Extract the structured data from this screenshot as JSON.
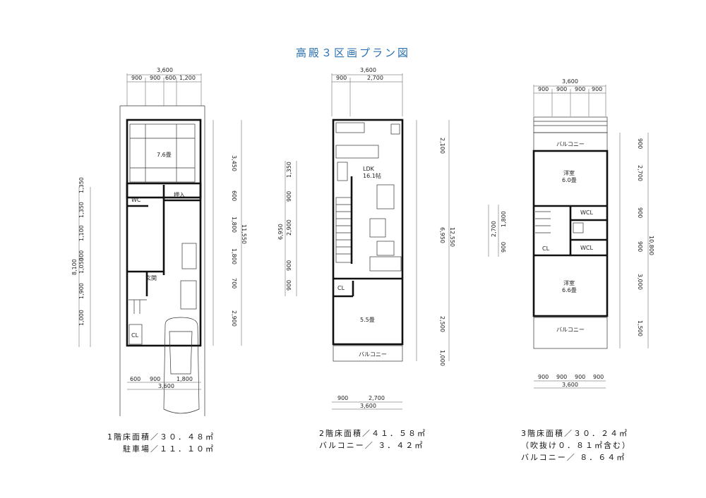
{
  "title": "高殿３区画プラン図",
  "floor1": {
    "top_dims": [
      "3,600",
      "900",
      "900",
      "600",
      "1,200"
    ],
    "right_dims": [
      "3,450",
      "600",
      "1,800",
      "1,800",
      "700",
      "2,900",
      "11,550"
    ],
    "left_dims": [
      "1,350",
      "1,350",
      "1,100",
      "300",
      "1,050",
      "1,900",
      "1,000",
      "8,100"
    ],
    "bottom_dims": [
      "600",
      "900",
      "1,800",
      "3,600"
    ],
    "rooms": {
      "tatami": "7.6畳",
      "closet": "押入",
      "wc": "WC",
      "cl": "CL",
      "entrance": "玄関"
    },
    "caption": [
      "1階床面積／３０．４８㎡",
      "駐車場／１１．１０㎡"
    ]
  },
  "floor2": {
    "top_dims": [
      "3,600",
      "900",
      "2,700"
    ],
    "right_dims": [
      "2,100",
      "6,950",
      "2,500",
      "1,000",
      "12,550"
    ],
    "left_dims": [
      "1,350",
      "900",
      "2,900",
      "900",
      "900",
      "6,950"
    ],
    "bottom_dims": [
      "900",
      "2,700",
      "3,600"
    ],
    "rooms": {
      "ldk": "LDK",
      "ldk_size": "16.1帖",
      "cl": "CL",
      "room": "5.5畳",
      "balcony": "バルコニー"
    },
    "caption": [
      "2階床面積／４１．５８㎡",
      "バルコニー／ ３．４２㎡"
    ]
  },
  "floor3": {
    "top_dims": [
      "3,600",
      "900",
      "900",
      "900",
      "900"
    ],
    "right_dims": [
      "900",
      "2,700",
      "900",
      "900",
      "3,000",
      "1,500",
      "10,800"
    ],
    "left_dims": [
      "2,700",
      "1,800",
      "900"
    ],
    "bottom_dims": [
      "900",
      "900",
      "900",
      "900",
      "3,600"
    ],
    "rooms": {
      "balcony_top": "バルコニー",
      "west_room_1": "洋室",
      "west_room_1_size": "6.0畳",
      "wcl1": "WCL",
      "cl": "CL",
      "wcl2": "WCL",
      "west_room_2": "洋室",
      "west_room_2_size": "6.6畳",
      "balcony_bottom": "バルコニー"
    },
    "caption": [
      "3階床面積／３０．２４㎡",
      "（吹抜け０．８１㎡含む）",
      "バルコニー／ ８．６４㎡"
    ]
  }
}
